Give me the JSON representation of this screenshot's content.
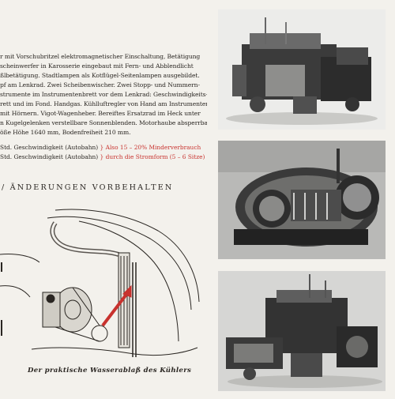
{
  "spec_lines": [
    "r mit Vorschubritzel elektromagnetischer Einschaltung, Betätigung",
    "scheinwerfer in Karosserie eingebaut mit Fern- und Abblendlicht",
    "ßlbetätigung. Stadtlampen als Kotflügel-Seitenlampen ausgebildet.",
    "pf am Lenkrad. Zwei Scheibenwischer. Zwei Stopp- und Nummern-",
    "strumente im Instrumentenbrett vor dem Lenkrad: Geschwindigkeits-",
    "rett und im Fond. Handgas. Kühlluftregler von Hand am Instrumenten-",
    "mit Hörnern. Vigot-Wagenheber. Bereiftes Ersatzrad im Heck unter",
    "n Kugelgelenken verstellbare Sonnenblenden. Motorhaube absperrbar.",
    "öße Höhe 1640 mm, Bodenfreiheit 210 mm."
  ],
  "speed_rows": [
    {
      "text": "Std. Geschwindigkeit (Autobahn)",
      "note": "Also 15 – 20% Minderverbrauch"
    },
    {
      "text": "Std. Geschwindigkeit (Autobahn)",
      "note": "durch die Stromform (5 – 6 Sitze)"
    }
  ],
  "section_heading": "/ ÄNDERUNGEN VORBEHALTEN",
  "figure_caption": "Der praktische Wasserablaß des Kühlers",
  "colors": {
    "paper": "#f3f1ec",
    "ink": "#2a2622",
    "accent_red": "#c8322e"
  },
  "photos": [
    {
      "subject": "engine-side-view"
    },
    {
      "subject": "gearbox-cutaway"
    },
    {
      "subject": "engine-transmission-unit"
    }
  ]
}
